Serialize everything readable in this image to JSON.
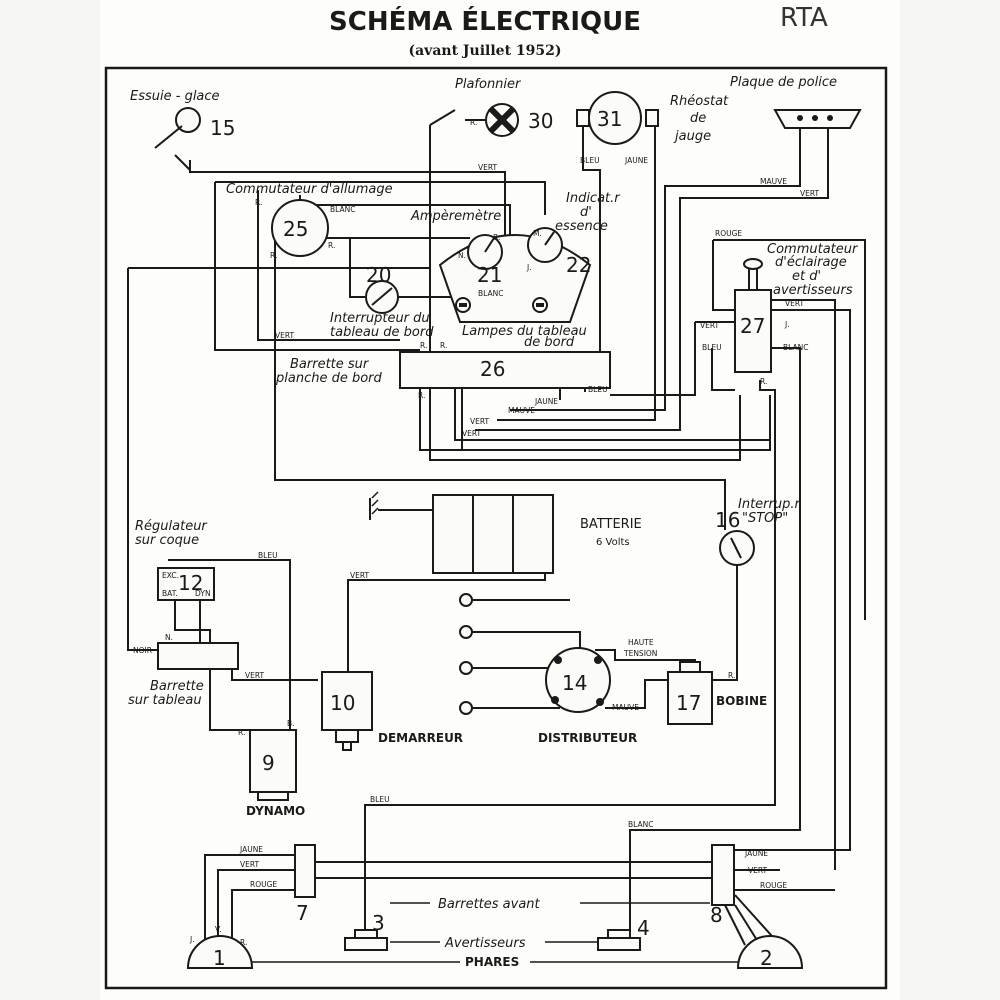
{
  "header": {
    "title": "SCHÉMA ÉLECTRIQUE",
    "subtitle": "(avant Juillet 1952)",
    "handwritten": "RTA"
  },
  "components": {
    "c15": {
      "num": "15",
      "label": "Essuie - glace"
    },
    "c30": {
      "num": "30",
      "label": "Plafonnier"
    },
    "c31": {
      "num": "31",
      "label_1": "Rhéostat",
      "label_2": "de",
      "label_3": "jauge"
    },
    "plaque": {
      "label": "Plaque de police"
    },
    "c25": {
      "num": "25",
      "label": "Commutateur d'allumage"
    },
    "c21": {
      "num": "21",
      "label": "Ampèremètre"
    },
    "c22": {
      "num": "22",
      "label_1": "Indicat.r",
      "label_2": "d'",
      "label_3": "essence"
    },
    "c20": {
      "num": "20",
      "label_1": "Interrupteur du",
      "label_2": "tableau de bord"
    },
    "lampes": {
      "label_1": "Lampes du tableau",
      "label_2": "de bord"
    },
    "c26": {
      "num": "26",
      "label_1": "Barrette sur",
      "label_2": "planche de bord"
    },
    "c27": {
      "num": "27",
      "label_1": "Commutateur",
      "label_2": "d'éclairage",
      "label_3": "et d'",
      "label_4": "avertisseurs"
    },
    "batterie": {
      "label_1": "BATTERIE",
      "label_2": "6 Volts"
    },
    "c16": {
      "num": "16",
      "label_1": "Interrup.r",
      "label_2": "\"STOP\""
    },
    "c12": {
      "num": "12",
      "label_1": "Régulateur",
      "label_2": "sur coque"
    },
    "barrette_tableau": {
      "label_1": "Barrette",
      "label_2": "sur tableau"
    },
    "c10": {
      "num": "10",
      "label": "DEMARREUR"
    },
    "c14": {
      "num": "14",
      "label": "DISTRIBUTEUR"
    },
    "c17": {
      "num": "17",
      "label": "BOBINE"
    },
    "c9": {
      "num": "9",
      "label": "DYNAMO"
    },
    "c7": {
      "num": "7"
    },
    "c8": {
      "num": "8"
    },
    "c3": {
      "num": "3"
    },
    "c4": {
      "num": "4"
    },
    "c1": {
      "num": "1"
    },
    "c2": {
      "num": "2"
    },
    "barrettes_avant": {
      "label": "Barrettes avant"
    },
    "avertisseurs": {
      "label": "Avertisseurs"
    },
    "phares": {
      "label": "PHARES"
    }
  },
  "wire_labels": {
    "vert": "VERT",
    "bleu": "BLEU",
    "jaune": "JAUNE",
    "mauve": "MAUVE",
    "rouge": "ROUGE",
    "blanc": "BLANC",
    "noir": "NOIR",
    "r": "R.",
    "j": "J.",
    "v": "V.",
    "m": "M.",
    "n": "N.",
    "b": "B.",
    "exc": "EXC.",
    "bat": "BAT.",
    "dyn": "DYN",
    "haute": "HAUTE",
    "tension": "TENSION"
  }
}
